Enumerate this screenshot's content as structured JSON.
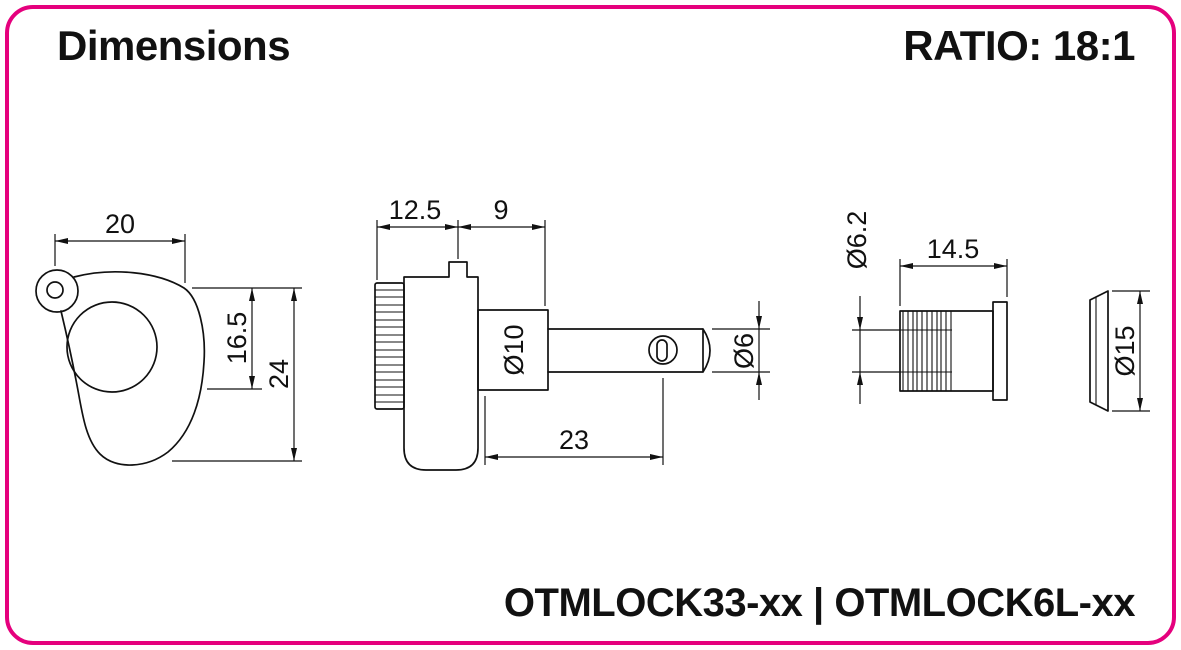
{
  "accent_color": "#e5007d",
  "header": {
    "title": "Dimensions",
    "ratio": "RATIO: 18:1"
  },
  "footer": {
    "model": "OTMLOCK33-xx | OTMLOCK6L-xx"
  },
  "views": {
    "button": {
      "width_mm": "20",
      "face_height_mm": "16.5",
      "total_height_mm": "24"
    },
    "gear": {
      "knob_thickness_mm": "12.5",
      "upper_section_mm": "9",
      "shaft_diameter": "Ø10",
      "post_diameter": "Ø6",
      "post_length_mm": "23"
    },
    "bushing": {
      "bore_diameter": "Ø6.2",
      "length_mm": "14.5"
    },
    "washer": {
      "diameter": "Ø15"
    }
  }
}
